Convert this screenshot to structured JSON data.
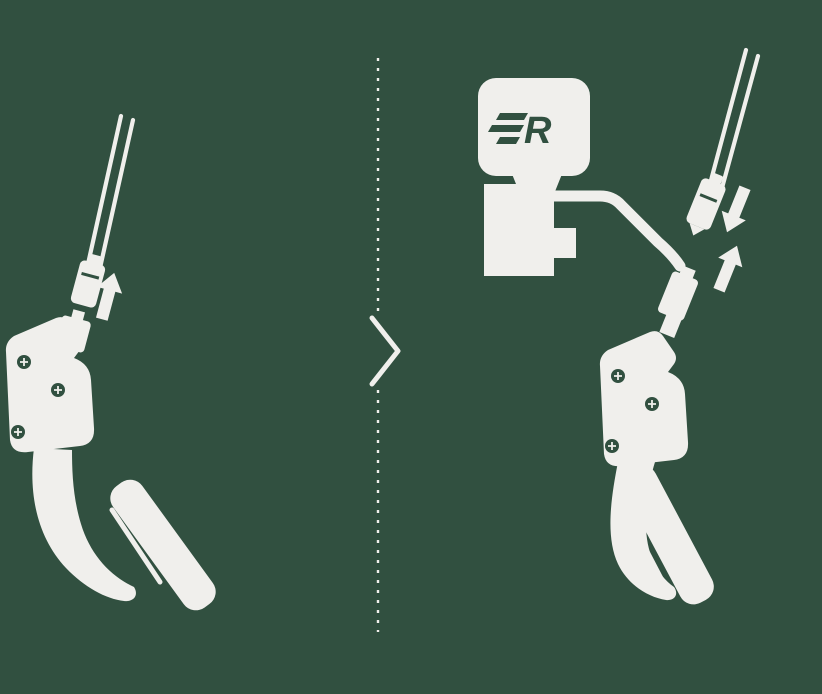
{
  "colors": {
    "background": "#315040",
    "artwork": "#f0efec"
  },
  "device": {
    "logo_text": "R"
  },
  "icons": {
    "left_up_arrow": "block-arrow-up",
    "right_down_arrow": "block-arrow-down",
    "right_up_arrow": "block-arrow-up",
    "divider_chevron": "chevron-right",
    "screws": "phillips-screw"
  }
}
